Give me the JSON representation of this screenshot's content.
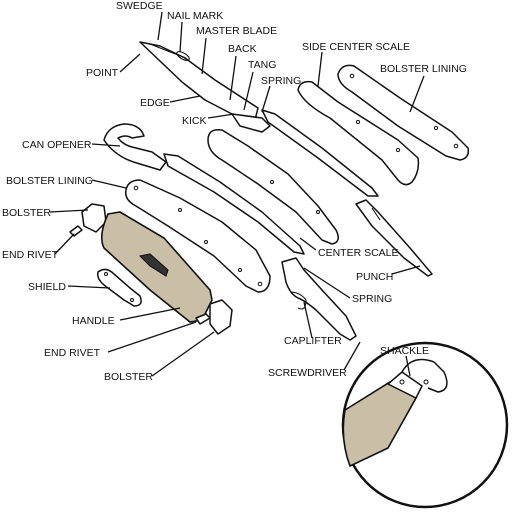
{
  "labels": {
    "swedge": "SWEDGE",
    "nail_mark": "NAIL MARK",
    "master_blade": "MASTER BLADE",
    "back": "BACK",
    "tang": "TANG",
    "spring_top": "SPRING",
    "point": "POINT",
    "edge": "EDGE",
    "kick": "KICK",
    "side_center_scale": "SIDE CENTER SCALE",
    "bolster_lining_right": "BOLSTER LINING",
    "can_opener": "CAN OPENER",
    "bolster_lining_left": "BOLSTER LINING",
    "bolster_top": "BOLSTER",
    "end_rivet_top": "END RIVET",
    "center_scale": "CENTER SCALE",
    "punch": "PUNCH",
    "shield": "SHIELD",
    "spring_bottom": "SPRING",
    "handle": "HANDLE",
    "caplifter": "CAPLIFTER",
    "end_rivet_bottom": "END RIVET",
    "screwdriver": "SCREWDRIVER",
    "bolster_bottom": "BOLSTER",
    "shackle": "SHACKLE"
  },
  "colors": {
    "ink": "#111111",
    "handle_fill": "#c9bfa6",
    "background": "#ffffff"
  }
}
